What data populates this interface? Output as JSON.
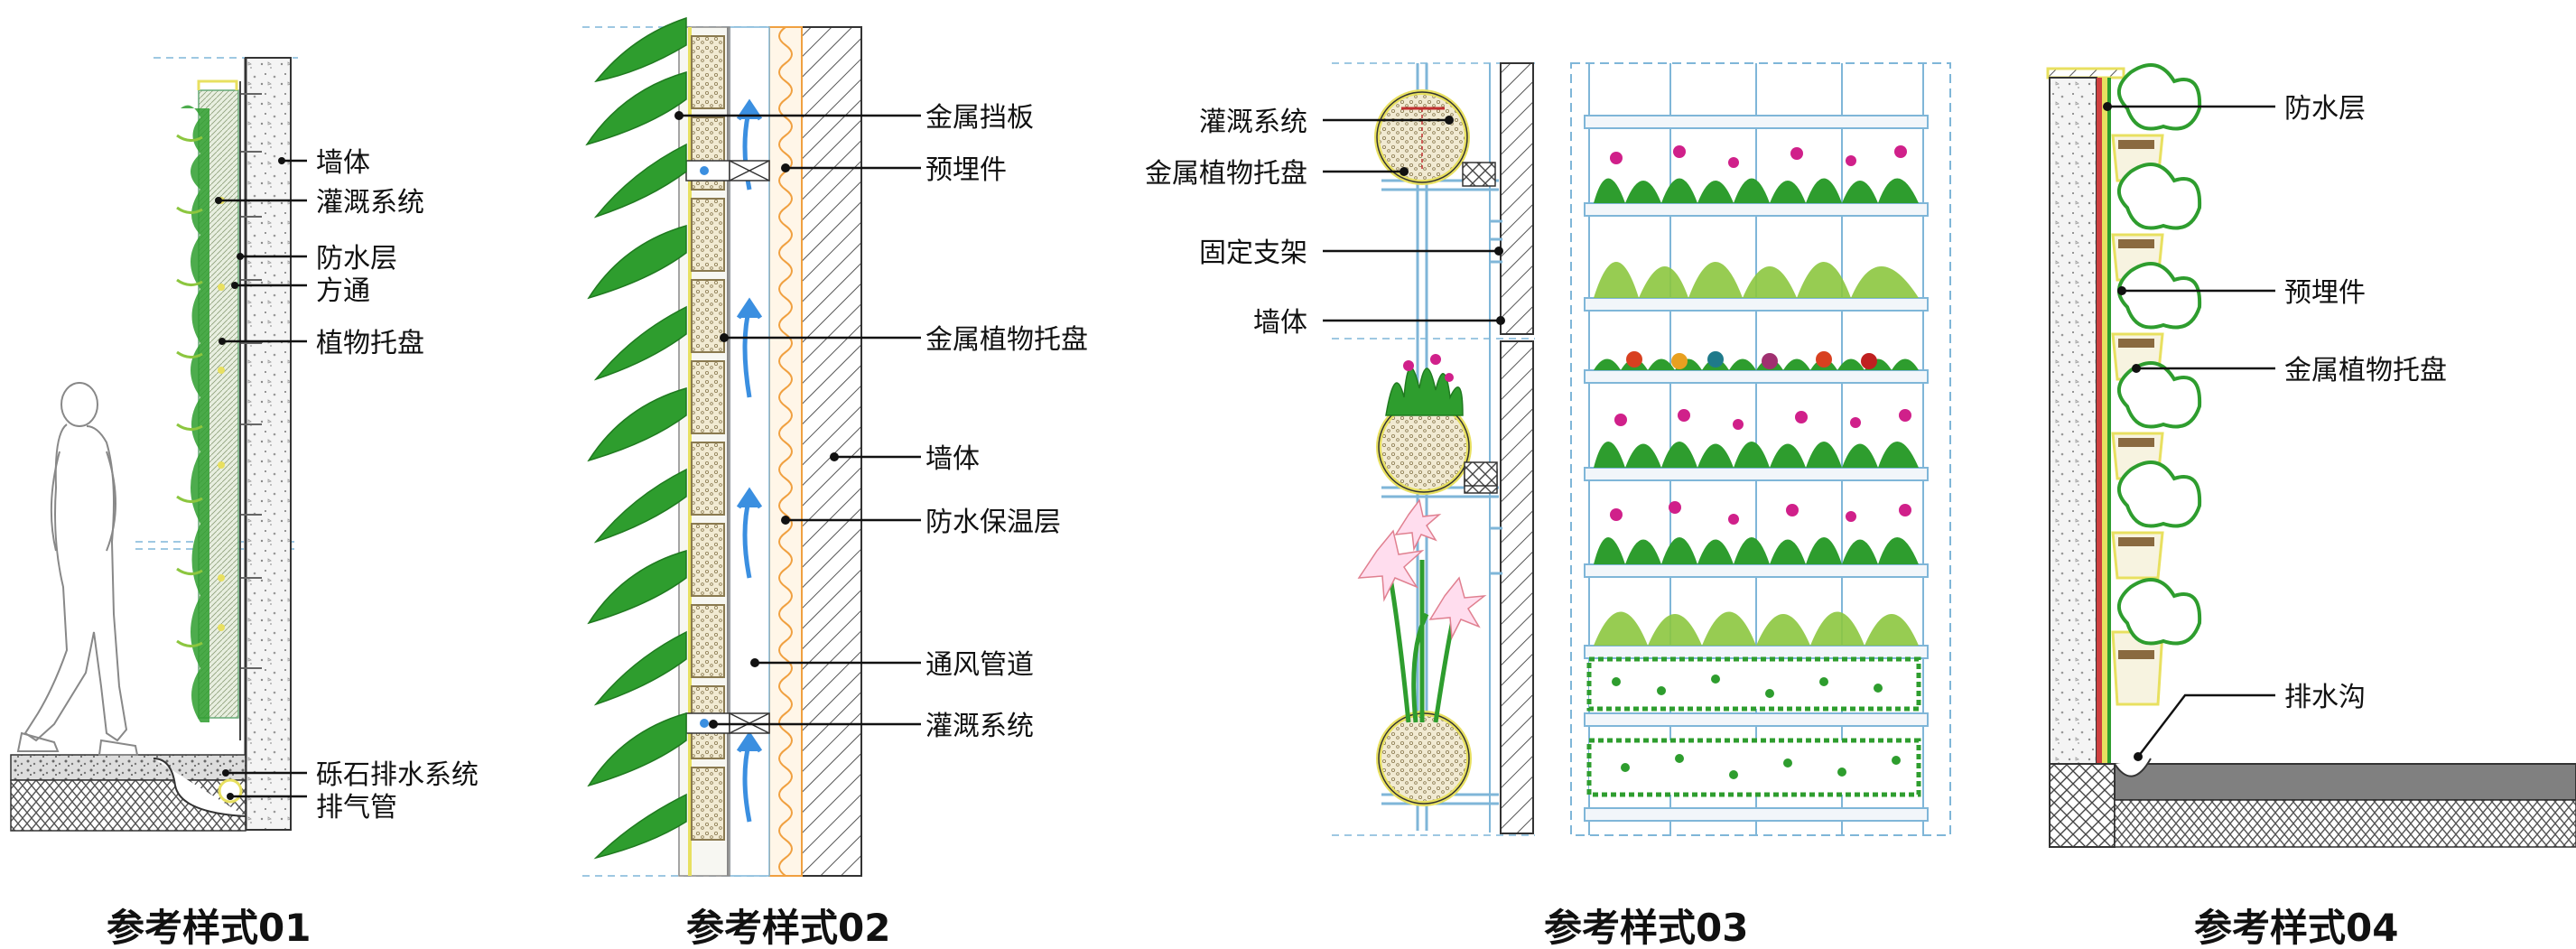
{
  "panels": [
    {
      "caption": "参考样式01",
      "labels": [
        "墙体",
        "灌溉系统",
        "防水层",
        "方通",
        "植物托盘",
        "砾石排水系统",
        "排气管"
      ]
    },
    {
      "caption": "参考样式02",
      "labels": [
        "金属挡板",
        "预埋件",
        "金属植物托盘",
        "墙体",
        "防水保温层",
        "通风管道",
        "灌溉系统"
      ]
    },
    {
      "caption": "参考样式03",
      "labels": [
        "灌溉系统",
        "金属植物托盘",
        "固定支架",
        "墙体"
      ]
    },
    {
      "caption": "参考样式04",
      "labels": [
        "防水层",
        "预埋件",
        "金属植物托盘",
        "排水沟"
      ]
    }
  ],
  "colors": {
    "plant_green": "#2e9d2e",
    "light_green": "#8cc63f",
    "pipe_blue": "#7fb6d8",
    "arrow_blue": "#3b8fe0",
    "insulation_orange": "#f0a040",
    "tray_yellow": "#e8e060",
    "flower_magenta": "#d0208a",
    "drain_gray": "#808080"
  }
}
